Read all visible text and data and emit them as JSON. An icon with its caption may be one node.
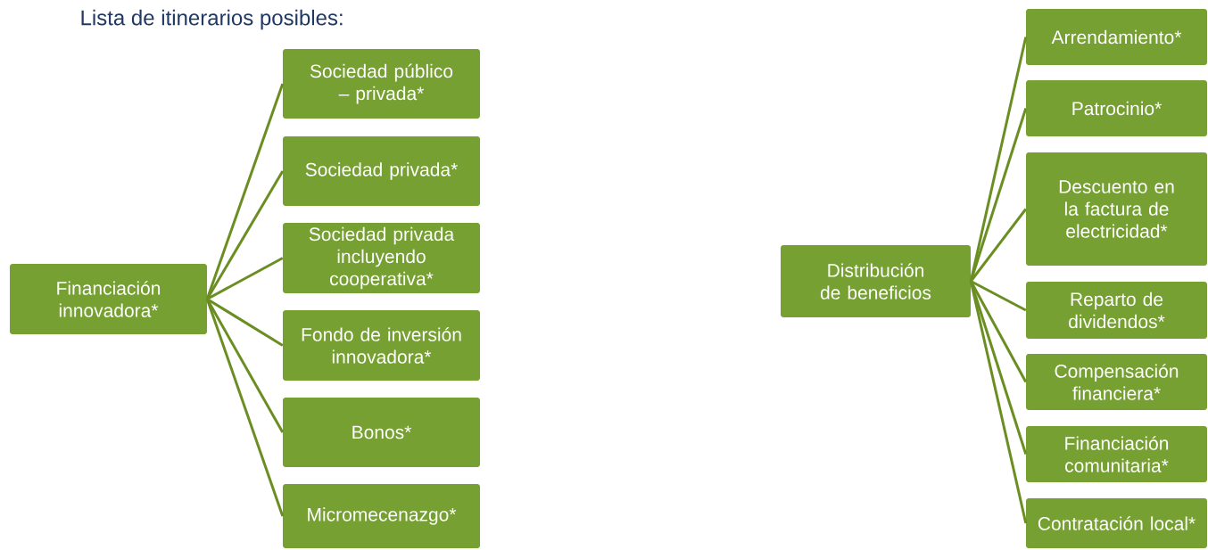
{
  "diagram": {
    "title": "Lista de itinerarios posibles:",
    "nodes": [
      {
        "text": [
          "Financiación innovadora*"
        ]
      },
      {
        "text": [
          "Sociedad público – privada*"
        ]
      },
      {
        "text": [
          "Sociedad privada*"
        ]
      },
      {
        "text": [
          "Sociedad privada incluyendo cooperativa*"
        ]
      },
      {
        "text": [
          "Fondo de inversión innovadora*"
        ]
      },
      {
        "text": [
          "Bonos*"
        ]
      },
      {
        "text": [
          "Micromecenazgo*"
        ]
      },
      {
        "text": [
          "Distribución de beneficios"
        ]
      },
      {
        "text": [
          "Arrendamiento*"
        ]
      },
      {
        "text": [
          "Patrocinio*"
        ]
      },
      {
        "text": [
          "Descuento en la factura de electricidad*"
        ]
      },
      {
        "text": [
          "Reparto de dividendos*"
        ]
      },
      {
        "text": [
          "Compensación financiera*"
        ]
      },
      {
        "text": [
          "Financiación comunitaria*"
        ]
      },
      {
        "text": [
          "Contratación local*"
        ]
      }
    ],
    "edges": [
      {
        "from": 0,
        "to": 1,
        "arrow": "none"
      },
      {
        "from": 0,
        "to": 2,
        "arrow": "none"
      },
      {
        "from": 0,
        "to": 3,
        "arrow": "none"
      },
      {
        "from": 0,
        "to": 4,
        "arrow": "none"
      },
      {
        "from": 0,
        "to": 5,
        "arrow": "none"
      },
      {
        "from": 0,
        "to": 6,
        "arrow": "none"
      },
      {
        "from": 7,
        "to": 8,
        "arrow": "none"
      },
      {
        "from": 7,
        "to": 9,
        "arrow": "none"
      },
      {
        "from": 7,
        "to": 10,
        "arrow": "none"
      },
      {
        "from": 7,
        "to": 11,
        "arrow": "none"
      },
      {
        "from": 7,
        "to": 12,
        "arrow": "none"
      },
      {
        "from": 7,
        "to": 13,
        "arrow": "none"
      },
      {
        "from": 7,
        "to": 14,
        "arrow": "none"
      }
    ]
  }
}
